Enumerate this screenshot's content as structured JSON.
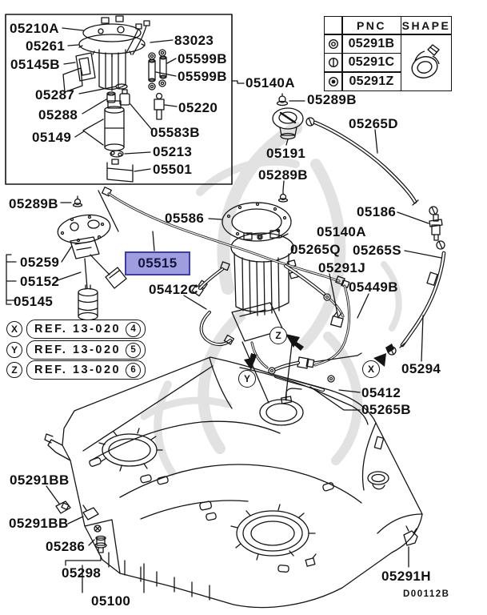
{
  "diagram": {
    "code": "D00112B"
  },
  "pnc_table": {
    "col_pnc": "PNC",
    "col_shape": "SHAPE",
    "rows": [
      {
        "symbol": "double-circle",
        "pnc": "05291B"
      },
      {
        "symbol": "circle-vline",
        "pnc": "05291C"
      },
      {
        "symbol": "bullseye",
        "pnc": "05291Z"
      }
    ]
  },
  "ref_notes": [
    {
      "marker": "X",
      "text": "REF. 13-020",
      "num": "4"
    },
    {
      "marker": "Y",
      "text": "REF. 13-020",
      "num": "5"
    },
    {
      "marker": "Z",
      "text": "REF. 13-020",
      "num": "6"
    }
  ],
  "callouts": {
    "x": "X",
    "y": "Y",
    "z": "Z"
  },
  "highlight": {
    "part": "05515",
    "bg": "#9E9EDE",
    "border": "#3C3CAE",
    "text_color": "#14143C"
  },
  "labels": [
    {
      "text": "05210A"
    },
    {
      "text": "05261"
    },
    {
      "text": "05145B"
    },
    {
      "text": "05287"
    },
    {
      "text": "05288"
    },
    {
      "text": "05149"
    },
    {
      "text": "83023"
    },
    {
      "text": "05599B"
    },
    {
      "text": "05599B"
    },
    {
      "text": "05220"
    },
    {
      "text": "05583B"
    },
    {
      "text": "05213"
    },
    {
      "text": "05501"
    },
    {
      "text": "05140A"
    },
    {
      "text": "05289B"
    },
    {
      "text": "05265D"
    },
    {
      "text": "05191"
    },
    {
      "text": "05289B"
    },
    {
      "text": "05186"
    },
    {
      "text": "05289B"
    },
    {
      "text": "05586"
    },
    {
      "text": "05515"
    },
    {
      "text": "05259"
    },
    {
      "text": "05152"
    },
    {
      "text": "05145"
    },
    {
      "text": "05412C"
    },
    {
      "text": "05140A"
    },
    {
      "text": "05265Q"
    },
    {
      "text": "05265S"
    },
    {
      "text": "05291J"
    },
    {
      "text": "05449B"
    },
    {
      "text": "05294"
    },
    {
      "text": "05412"
    },
    {
      "text": "05265B"
    },
    {
      "text": "05291BB"
    },
    {
      "text": "05291BB"
    },
    {
      "text": "05286"
    },
    {
      "text": "05298"
    },
    {
      "text": "05100"
    },
    {
      "text": "05291H"
    }
  ]
}
